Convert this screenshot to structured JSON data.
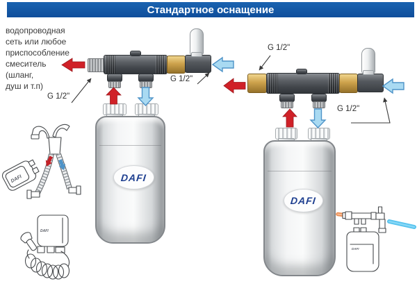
{
  "header": {
    "title": "Стандартное оснащение"
  },
  "notes": {
    "supply_note": "водопроводная\nсеть или любое\nприспособление\nсмеситель\n(шланг,\nдуш и т.п)"
  },
  "labels": {
    "thread_size": "G 1/2\""
  },
  "device": {
    "brand": "DAFI"
  },
  "colors": {
    "header_bg": "#1254a3",
    "hot_arrow": "#d02128",
    "cold_arrow_fill": "#a9daf2",
    "cold_arrow_stroke": "#4e93c8",
    "brass": "#c9a24a",
    "logo": "#1d3e8f",
    "leader_line": "#3a3a3a",
    "hot_glow": "#e8732a",
    "cold_glow": "#2bb3ea"
  }
}
